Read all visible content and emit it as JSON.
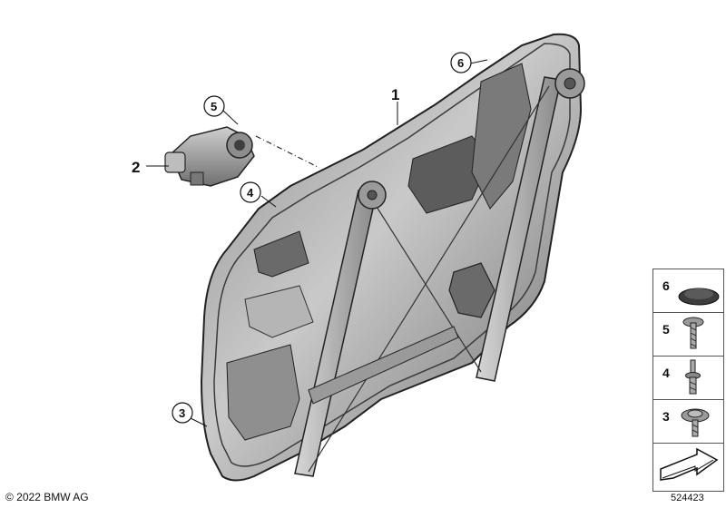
{
  "callouts": [
    {
      "id": "1",
      "label": "1"
    },
    {
      "id": "2",
      "label": "2"
    },
    {
      "id": "3",
      "label": "3"
    },
    {
      "id": "4",
      "label": "4"
    },
    {
      "id": "5",
      "label": "5"
    },
    {
      "id": "6",
      "label": "6"
    }
  ],
  "legend": {
    "items": [
      {
        "label": "6",
        "icon": "rubber-plug-icon"
      },
      {
        "label": "5",
        "icon": "flange-screw-icon"
      },
      {
        "label": "4",
        "icon": "stud-bolt-icon"
      },
      {
        "label": "3",
        "icon": "washer-screw-icon"
      }
    ],
    "arrow_icon": "next-page-arrow-icon"
  },
  "copyright": "© 2022 BMW AG",
  "diagram_number": "524423",
  "colors": {
    "part_fill": "#a9a9a9",
    "part_dark": "#4d4d4d",
    "outline": "#222222",
    "leader": "#111111"
  }
}
